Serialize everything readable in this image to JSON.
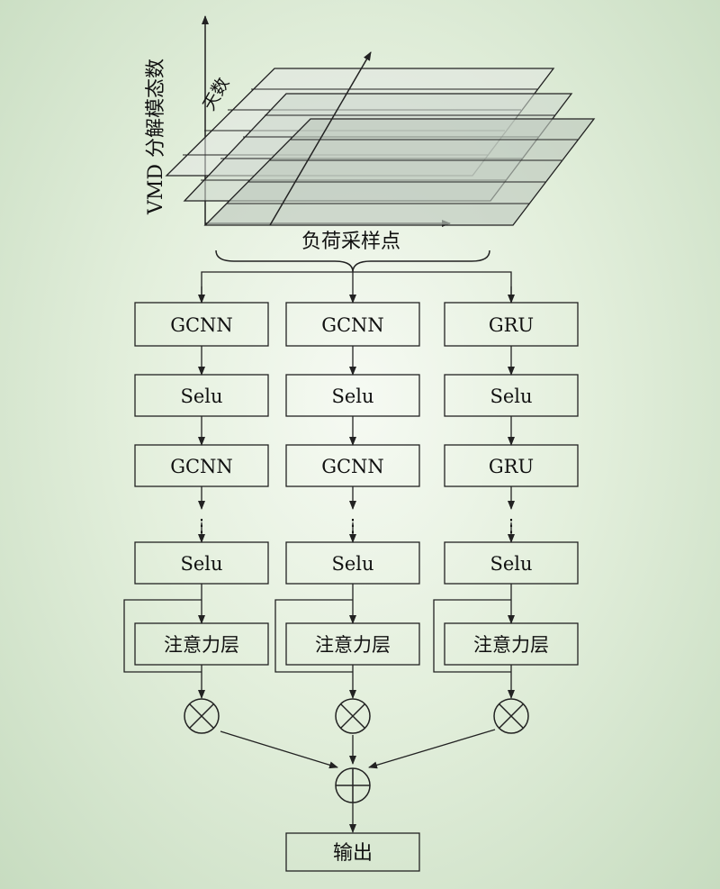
{
  "axes": {
    "y_label": "VMD 分解模态数",
    "z_label": "天数",
    "x_label": "负荷采样点"
  },
  "branches": [
    {
      "layer1": "GCNN",
      "act1": "Selu",
      "layer2": "GCNN",
      "dots": "⋮",
      "act2": "Selu",
      "attention": "注意力层"
    },
    {
      "layer1": "GCNN",
      "act1": "Selu",
      "layer2": "GCNN",
      "dots": "⋮",
      "act2": "Selu",
      "attention": "注意力层"
    },
    {
      "layer1": "GRU",
      "act1": "Selu",
      "layer2": "GRU",
      "dots": "⋮",
      "act2": "Selu",
      "attention": "注意力层"
    }
  ],
  "output_label": "输出",
  "operators": {
    "multiply": "⊗",
    "add": "⊕"
  }
}
